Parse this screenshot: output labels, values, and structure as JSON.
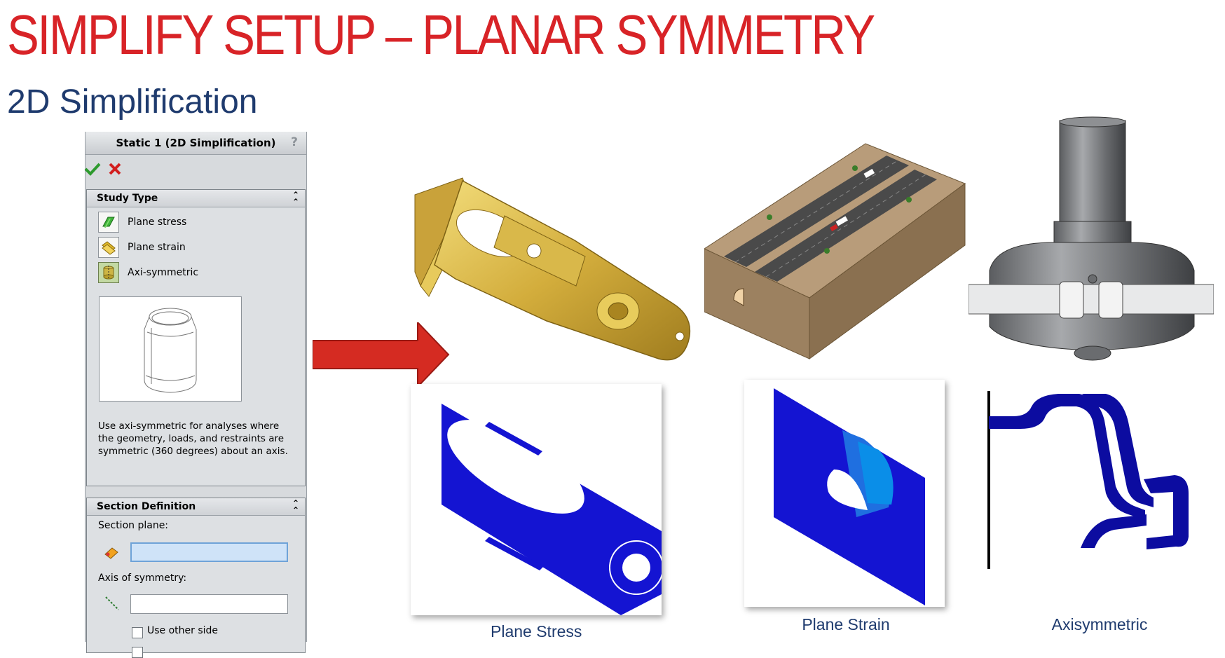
{
  "slide": {
    "title": "SIMPLIFY SETUP – PLANAR SYMMETRY",
    "subtitle": "2D Simplification"
  },
  "colors": {
    "title": "#d82327",
    "subtitle": "#1f3b6e",
    "arrow": "#d52b22",
    "result_blue": "#1414d2",
    "axisym_blue": "#0c0ca0"
  },
  "panel": {
    "title": "Static 1 (2D Simplification)",
    "help_icon": "question-mark-icon",
    "help_text": "?",
    "ok_icon": "green-check-icon",
    "cancel_icon": "red-x-icon",
    "study_type": {
      "heading": "Study Type",
      "options": [
        {
          "label": "Plane stress",
          "icon": "plane-stress-icon",
          "selected": false
        },
        {
          "label": "Plane strain",
          "icon": "plane-strain-icon",
          "selected": false
        },
        {
          "label": "Axi-symmetric",
          "icon": "axi-symmetric-icon",
          "selected": true
        }
      ],
      "description": "Use axi-symmetric for analyses where the geometry, loads, and restraints are symmetric (360 degrees) about an axis."
    },
    "section_definition": {
      "heading": "Section Definition",
      "section_plane_label": "Section plane:",
      "section_plane_value": "",
      "axis_label": "Axis of symmetry:",
      "axis_value": "",
      "use_other_side_label": "Use other side",
      "use_other_side_checked": false
    }
  },
  "captions": {
    "plane_stress": "Plane Stress",
    "plane_strain": "Plane Strain",
    "axisymmetric": "Axisymmetric"
  }
}
